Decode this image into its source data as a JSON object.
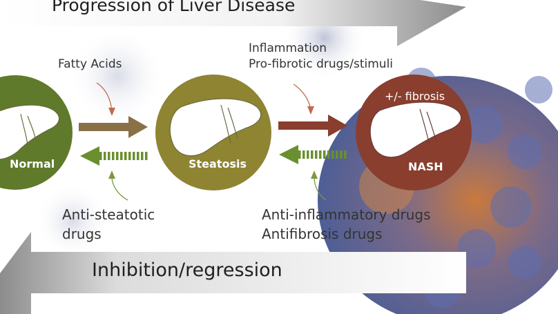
{
  "top_banner": {
    "title": "Progression of Liver Disease"
  },
  "bottom_banner": {
    "title": "Inhibition/regression"
  },
  "stages": {
    "normal": {
      "label": "Normal",
      "color": "#5f7a2a"
    },
    "steatosis": {
      "label": "Steatosis",
      "color": "#8e8432"
    },
    "nash": {
      "label": "NASH",
      "color": "#8a3e2d",
      "note": "+/- fibrosis"
    }
  },
  "stimuli": {
    "fatty_acids": "Fatty Acids",
    "inflammation": [
      "Inflammation",
      "Pro-fibrotic drugs/stimuli"
    ]
  },
  "treatments": {
    "anti_steatotic": [
      "Anti-steatotic",
      "drugs"
    ],
    "anti_inflammatory": [
      "Anti-inflammatory drugs",
      "Antifibrosis drugs"
    ]
  },
  "colors": {
    "progression_arrow": "#8a7047",
    "progression_arrow_red": "#8a3e2d",
    "regression_arrow": "#6a8f2e",
    "banner_gray": "#8c8c8c"
  }
}
